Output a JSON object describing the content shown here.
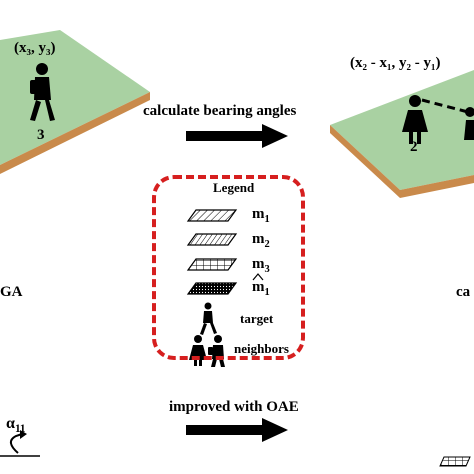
{
  "scene_left": {
    "coord_label": "(x₃, y₃)",
    "agent_number": "3",
    "cropped_text": "GA"
  },
  "scene_right": {
    "coord_label": "(x₂ - x₁, y₂ - y₁)",
    "agent_number": "2",
    "cropped_text": "ca"
  },
  "arrows": {
    "top_label": "calculate bearing angles",
    "bottom_label": "improved with OAE"
  },
  "legend": {
    "title": "Legend",
    "m1": "m",
    "m1_sub": "1",
    "m2": "m",
    "m2_sub": "2",
    "m3": "m",
    "m3_sub": "3",
    "m1_hat": "m",
    "m1_hat_sub": "1",
    "target": "target",
    "neighbors": "neighbors"
  },
  "bottom_left": {
    "alpha_label": "α",
    "alpha_sub": "11"
  },
  "colors": {
    "platform_top": "#a9d1a2",
    "platform_side": "#c98a4b",
    "legend_border": "#d61f1f"
  }
}
